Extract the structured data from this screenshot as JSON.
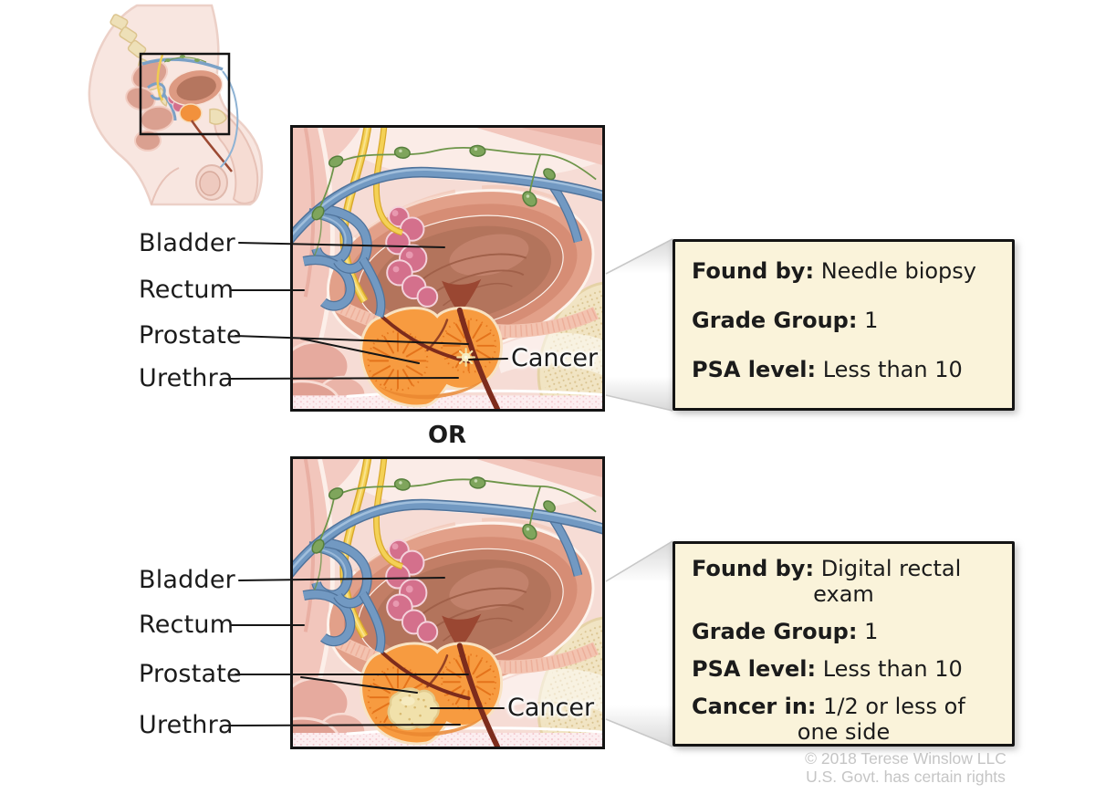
{
  "figure": {
    "or_separator": "OR",
    "copyright_line1": "© 2018 Terese Winslow LLC",
    "copyright_line2": "U.S. Govt. has certain rights"
  },
  "panels": [
    {
      "id": "top",
      "labels": {
        "bladder": "Bladder",
        "rectum": "Rectum",
        "prostate": "Prostate",
        "urethra": "Urethra",
        "cancer": "Cancer"
      },
      "info": [
        {
          "label": "Found by:",
          "value": "Needle biopsy"
        },
        {
          "label": "Grade Group:",
          "value": "1"
        },
        {
          "label": "PSA level:",
          "value": "Less than 10"
        }
      ]
    },
    {
      "id": "bottom",
      "labels": {
        "bladder": "Bladder",
        "rectum": "Rectum",
        "prostate": "Prostate",
        "urethra": "Urethra",
        "cancer": "Cancer"
      },
      "info": [
        {
          "label": "Found by:",
          "value": "Digital rectal",
          "value2": "exam"
        },
        {
          "label": "Grade Group:",
          "value": "1"
        },
        {
          "label": "PSA level:",
          "value": "Less than 10"
        },
        {
          "label": "Cancer in:",
          "value": "1/2 or less of",
          "value2": "one side"
        }
      ]
    }
  ],
  "colors": {
    "info_box_bg": "#faf3da",
    "outline_black": "#141414",
    "tissue_pink": "#f6dcd5",
    "bladder_wall": "#e2a089",
    "bladder_interior": "#b3745c",
    "prostate_orange": "#f79b40",
    "urethra_maroon": "#7d2c1c",
    "vein_blue": "#7299c2",
    "nerve_yellow": "#f4d156",
    "lymph_green": "#7fa55c",
    "bone_beige": "#f1e4c3",
    "seminal_vesicle_pink": "#d4708c",
    "cancer_cream": "#f1e1ab",
    "copyright_gray": "#c5c5c5"
  }
}
